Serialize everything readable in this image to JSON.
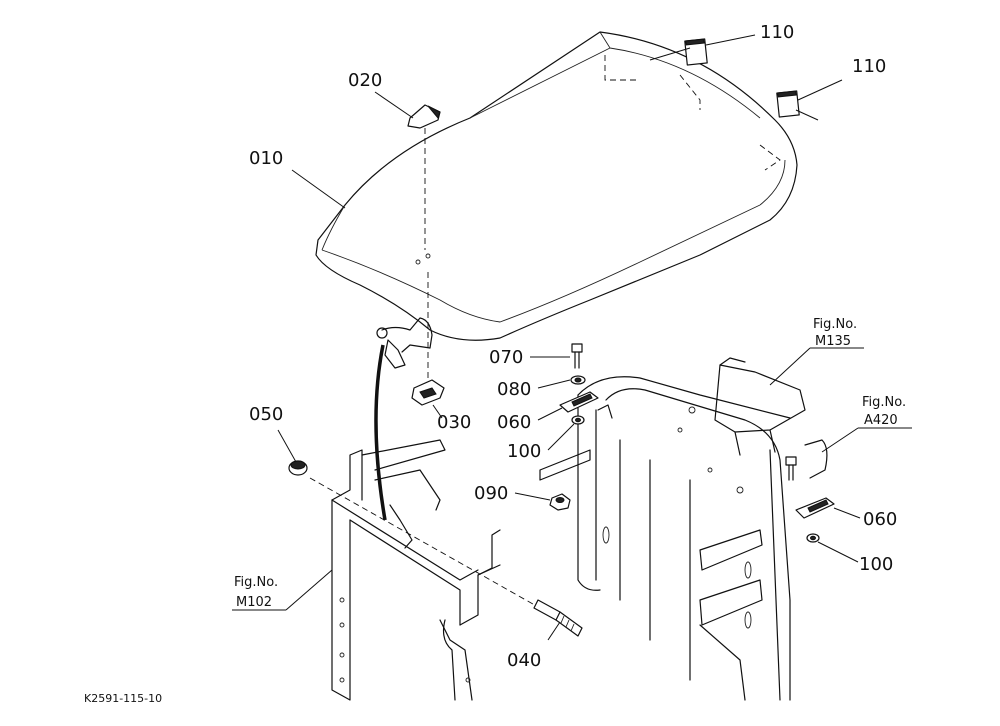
{
  "drawing_code": "K2591-115-10",
  "callouts": {
    "p010": "010",
    "p020": "020",
    "p030": "030",
    "p040": "040",
    "p050": "050",
    "p060a": "060",
    "p060b": "060",
    "p070": "070",
    "p080": "080",
    "p090": "090",
    "p100a": "100",
    "p100b": "100",
    "p110a": "110",
    "p110b": "110"
  },
  "fig_refs": {
    "m135": {
      "label": "Fig.No.",
      "number": "M135"
    },
    "a420": {
      "label": "Fig.No.",
      "number": "A420"
    },
    "m102": {
      "label": "Fig.No.",
      "number": "M102"
    }
  }
}
